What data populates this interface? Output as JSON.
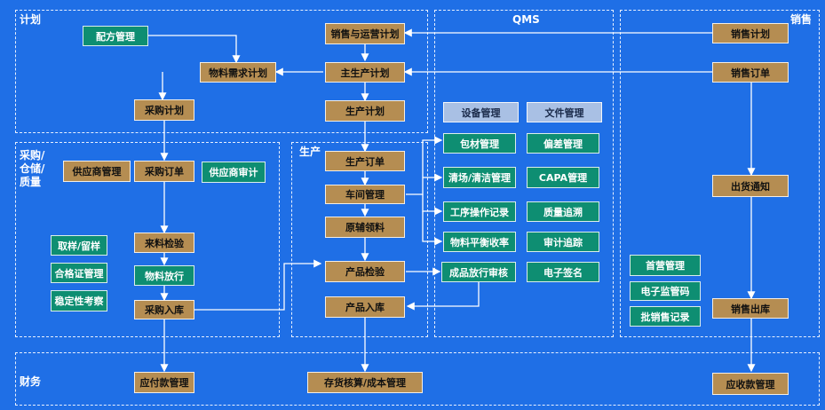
{
  "regions": {
    "plan": "计划",
    "qms": "QMS",
    "sales": "销售",
    "procure_line1": "采购/",
    "procure_line2": "仓储/",
    "procure_line3": "质量",
    "production": "生产",
    "finance": "财务"
  },
  "nodes": {
    "recipe": "配方管理",
    "mrp": "物料需求计划",
    "purchase_plan": "采购计划",
    "sop": "销售与运营计划",
    "mps": "主生产计划",
    "prod_plan": "生产计划",
    "sales_plan": "销售计划",
    "sales_order": "销售订单",
    "supplier_mgmt": "供应商管理",
    "purchase_order": "采购订单",
    "supplier_audit": "供应商审计",
    "sample": "取样/留样",
    "certificate": "合格证管理",
    "stability": "稳定性考察",
    "incoming_insp": "来料检验",
    "material_release": "物料放行",
    "purchase_in": "采购入库",
    "prod_order": "生产订单",
    "workshop": "车间管理",
    "material_pick": "原辅领料",
    "product_insp": "产品检验",
    "product_in": "产品入库",
    "equipment": "设备管理",
    "document": "文件管理",
    "packaging": "包材管理",
    "clearance": "清场/清洁管理",
    "sop_record": "工序操作记录",
    "balance": "物料平衡收率",
    "release_review": "成品放行审核",
    "deviation": "偏差管理",
    "capa": "CAPA管理",
    "traceability": "质量追溯",
    "audit_trail": "审计追踪",
    "esign": "电子签名",
    "first_camp": "首营管理",
    "drug_code": "电子监管码",
    "batch_sales": "批销售记录",
    "ship_notice": "出货通知",
    "sales_out": "销售出库",
    "payable": "应付款管理",
    "inventory_cost": "存货核算/成本管理",
    "receivable": "应收款管理"
  }
}
